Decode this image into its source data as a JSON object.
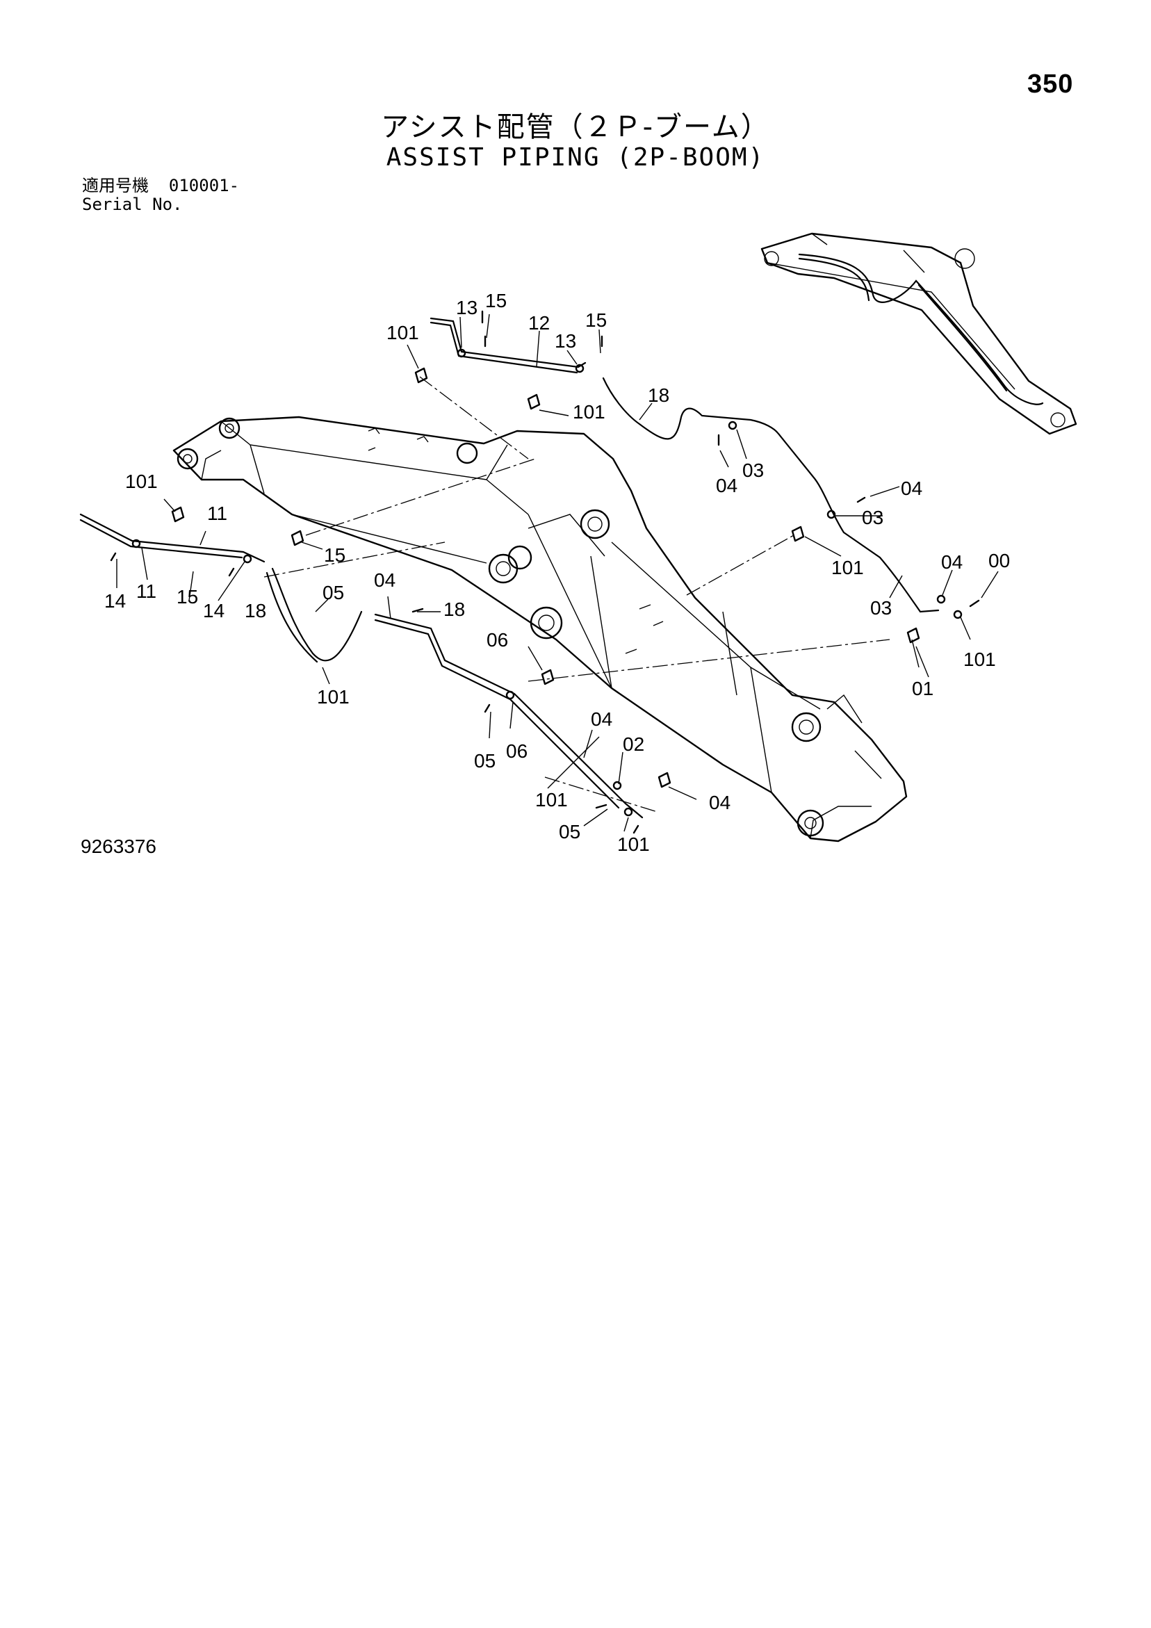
{
  "header": {
    "page_number": "350",
    "title_ja": "アシスト配管（２Ｐ-ブーム）",
    "title_en": "ASSIST PIPING (2P-BOOM)"
  },
  "serial": {
    "label_ja": "適用号機",
    "value": "010001-",
    "label_en": "Serial No."
  },
  "figure": {
    "number": "9263376"
  },
  "callouts": [
    {
      "id": "c1",
      "text": "101"
    },
    {
      "id": "c2",
      "text": "13"
    },
    {
      "id": "c3",
      "text": "15"
    },
    {
      "id": "c4",
      "text": "12"
    },
    {
      "id": "c5",
      "text": "13"
    },
    {
      "id": "c6",
      "text": "15"
    },
    {
      "id": "c7",
      "text": "18"
    },
    {
      "id": "c8",
      "text": "101"
    },
    {
      "id": "c9",
      "text": "04"
    },
    {
      "id": "c10",
      "text": "03"
    },
    {
      "id": "c11",
      "text": "04"
    },
    {
      "id": "c12",
      "text": "03"
    },
    {
      "id": "c13",
      "text": "101"
    },
    {
      "id": "c14",
      "text": "11"
    },
    {
      "id": "c15",
      "text": "101"
    },
    {
      "id": "c16",
      "text": "15"
    },
    {
      "id": "c17",
      "text": "14"
    },
    {
      "id": "c18",
      "text": "11"
    },
    {
      "id": "c19",
      "text": "15"
    },
    {
      "id": "c20",
      "text": "14"
    },
    {
      "id": "c21",
      "text": "18"
    },
    {
      "id": "c22",
      "text": "05"
    },
    {
      "id": "c23",
      "text": "04"
    },
    {
      "id": "c24",
      "text": "18"
    },
    {
      "id": "c25",
      "text": "101"
    },
    {
      "id": "c26",
      "text": "06"
    },
    {
      "id": "c27",
      "text": "04"
    },
    {
      "id": "c28",
      "text": "00"
    },
    {
      "id": "c29",
      "text": "03"
    },
    {
      "id": "c30",
      "text": "101"
    },
    {
      "id": "c31",
      "text": "01"
    },
    {
      "id": "c32",
      "text": "04"
    },
    {
      "id": "c33",
      "text": "05"
    },
    {
      "id": "c34",
      "text": "06"
    },
    {
      "id": "c35",
      "text": "02"
    },
    {
      "id": "c36",
      "text": "101"
    },
    {
      "id": "c37",
      "text": "04"
    },
    {
      "id": "c38",
      "text": "05"
    },
    {
      "id": "c39",
      "text": "101"
    }
  ]
}
